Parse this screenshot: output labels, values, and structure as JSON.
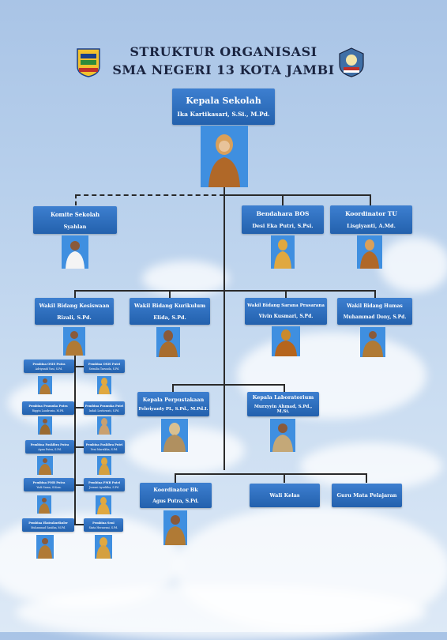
{
  "header": {
    "title_line1": "STRUKTUR ORGANISASI",
    "title_line2": "SMA NEGERI 13 KOTA JAMBI"
  },
  "kepala": {
    "title": "Kepala Sekolah",
    "name": "Ika Kartikasari, S.Si., M.Pd."
  },
  "komite": {
    "title": "Komite Sekolah",
    "name": "Syahlan"
  },
  "bendahara": {
    "title": "Bendahara BOS",
    "name": "Desi Eka Putri, S.Psi."
  },
  "koordinator_tu": {
    "title": "Koordinator TU",
    "name": "Lisgiyanti, A.Md."
  },
  "wakil": [
    {
      "title": "Wakil Bidang Kesiswaan",
      "name": "Rizali, S.Pd."
    },
    {
      "title": "Wakil Bidang Kurikulum",
      "name": "Elida, S.Pd."
    },
    {
      "title": "Wakil Bidang Sarana Prasarana",
      "name": "Vivin Kusmari, S.Pd."
    },
    {
      "title": "Wakil Bidang Humas",
      "name": "Muhammad Dony, S.Pd."
    }
  ],
  "pembina": [
    {
      "title": "Pembina OSIS Putra",
      "name": "Adriyandi Yusi, S.Pd."
    },
    {
      "title": "Pembina OSIS Putri",
      "name": "Srimilia Tarunda, S.Pd."
    },
    {
      "title": "Pembina Pramuka Putra",
      "name": "Riggin Laudrosin, M.Pd."
    },
    {
      "title": "Pembina Pramuka Putri",
      "name": "Indah Lestiowati, S.Pd."
    },
    {
      "title": "Pembina Paskibra Putra",
      "name": "Apan Putra, S.Pd."
    },
    {
      "title": "Pembina Paskibra Putri",
      "name": "Yeni Marsikha, S.Pd."
    },
    {
      "title": "Pembina PMR Putra",
      "name": "Yudi Sama, S.Kom."
    },
    {
      "title": "Pembina PMR Putri",
      "name": "Juwani Ayuditha, S.Pd."
    },
    {
      "title": "Pembina Ekstrakurikuler",
      "name": "Muhammad Sanifan, M.Pd."
    },
    {
      "title": "Pembina Seni",
      "name": "Sinta Herawani, S.Pd."
    }
  ],
  "perpustakaan": {
    "title": "Kepala Perpustakaan",
    "name": "Febriyanty PL, S.Pd., M.Pd.I."
  },
  "laboratorium": {
    "title": "Kepala Laboratorium",
    "name": "Murzyyin Ahmad, S.Pd., M.Si."
  },
  "bk": {
    "title": "Koordinator Bk",
    "name": "Agus Putra, S.Pd."
  },
  "wali_kelas": {
    "title": "Wali Kelas"
  },
  "guru_mapel": {
    "title": "Guru Mata Pelajaran"
  },
  "colors": {
    "box": "#2d6fc0",
    "photo_bg": "#3f8fe0",
    "title": "#1a2440",
    "line": "#2a2a2a"
  }
}
